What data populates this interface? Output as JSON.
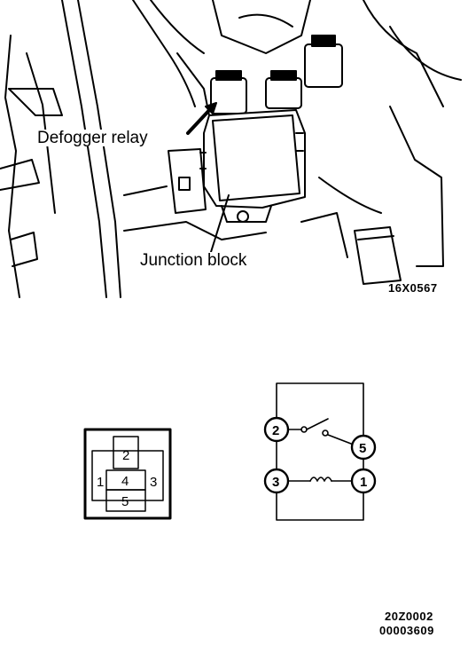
{
  "illustration": {
    "callout_relay": "Defogger relay",
    "callout_block": "Junction block",
    "figure_code": "16X0567"
  },
  "connector": {
    "pins": [
      "1",
      "2",
      "3",
      "4",
      "5"
    ]
  },
  "schematic": {
    "terminals": [
      "2",
      "5",
      "3",
      "1"
    ]
  },
  "footer": {
    "code_line1": "20Z0002",
    "code_line2": "00003609"
  }
}
